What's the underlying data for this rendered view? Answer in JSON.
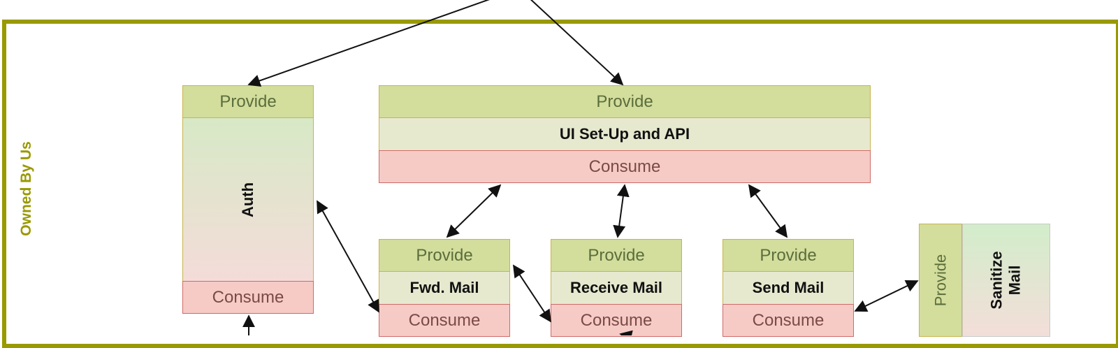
{
  "region": {
    "label": "Owned By Us"
  },
  "auth": {
    "provide": "Provide",
    "name": "Auth",
    "consume": "Consume"
  },
  "ui_api": {
    "provide": "Provide",
    "name": "UI Set-Up and API",
    "consume": "Consume"
  },
  "fwd_mail": {
    "provide": "Provide",
    "name": "Fwd. Mail",
    "consume": "Consume"
  },
  "receive_mail": {
    "provide": "Provide",
    "name": "Receive Mail",
    "consume": "Consume"
  },
  "send_mail": {
    "provide": "Provide",
    "name": "Send Mail",
    "consume": "Consume"
  },
  "sanitize_mail": {
    "provide": "Provide",
    "name_line1": "Sanitize",
    "name_line2": "Mail"
  },
  "colors": {
    "region_border": "#999900",
    "provide_fill": "#d3dd9c",
    "consume_fill": "#f6cbc6",
    "name_fill": "#e7e9cf"
  }
}
